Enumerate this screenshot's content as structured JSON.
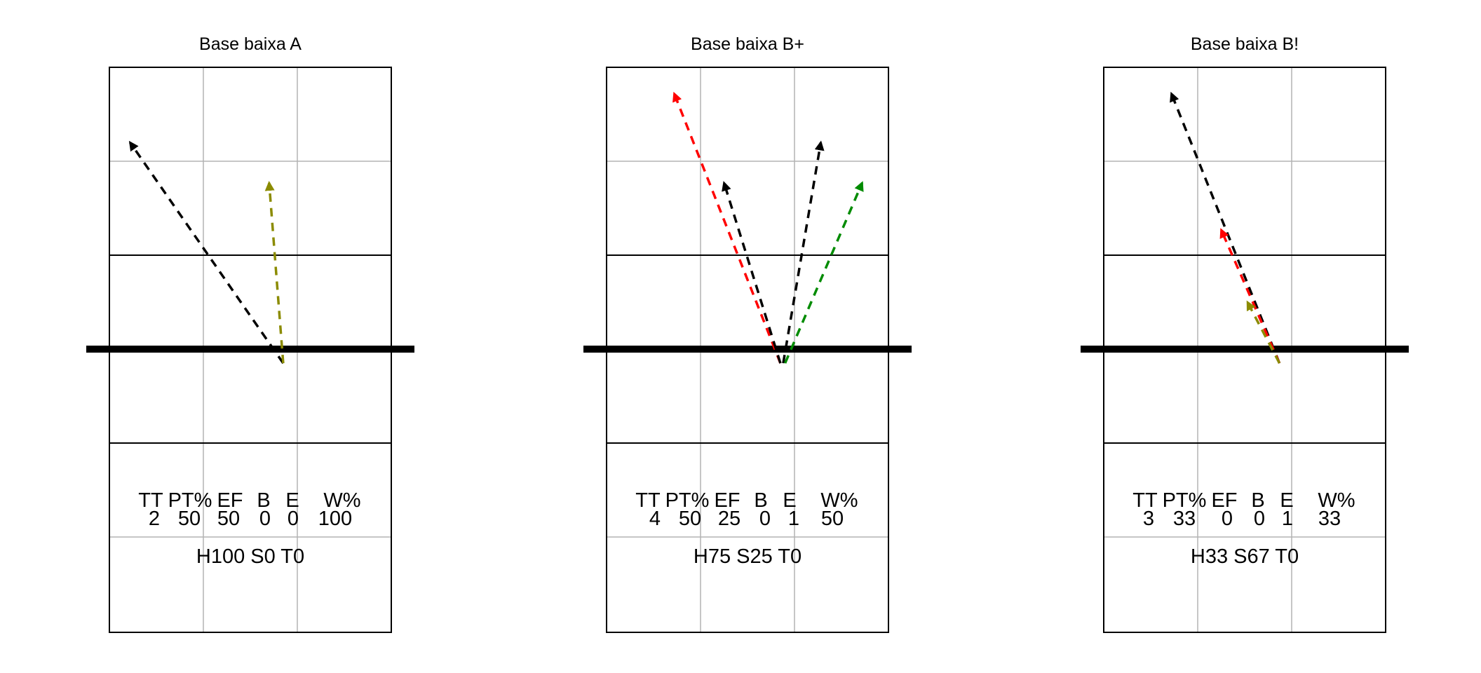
{
  "chart_data": [
    {
      "type": "court-arrows",
      "title": "Base baixa A",
      "stats_header": [
        "TT",
        "PT%",
        "EF",
        "B",
        "E",
        "W%"
      ],
      "stats_values": [
        "2",
        "50",
        "50",
        "0",
        "0",
        "100"
      ],
      "summary": "H100 S0 T0",
      "grid": true,
      "arrows": [
        {
          "color": "#000000",
          "from": [
            1.85,
            -0.15
          ],
          "to": [
            0.22,
            2.2
          ]
        },
        {
          "color": "#8B8B00",
          "from": [
            1.85,
            -0.15
          ],
          "to": [
            1.7,
            1.77
          ]
        }
      ]
    },
    {
      "type": "court-arrows",
      "title": "Base baixa B+",
      "stats_header": [
        "TT",
        "PT%",
        "EF",
        "B",
        "E",
        "W%"
      ],
      "stats_values": [
        "4",
        "50",
        "25",
        "0",
        "1",
        "50"
      ],
      "summary": "H75 S25 T0",
      "grid": true,
      "arrows": [
        {
          "color": "#FF0000",
          "from": [
            1.85,
            -0.15
          ],
          "to": [
            0.72,
            2.72
          ]
        },
        {
          "color": "#000000",
          "from": [
            1.85,
            -0.15
          ],
          "to": [
            1.25,
            1.77
          ]
        },
        {
          "color": "#000000",
          "from": [
            1.88,
            -0.15
          ],
          "to": [
            2.28,
            2.2
          ]
        },
        {
          "color": "#008B00",
          "from": [
            1.9,
            -0.15
          ],
          "to": [
            2.72,
            1.77
          ]
        }
      ]
    },
    {
      "type": "court-arrows",
      "title": "Base baixa B!",
      "stats_header": [
        "TT",
        "PT%",
        "EF",
        "B",
        "E",
        "W%"
      ],
      "stats_values": [
        "3",
        "33",
        "0",
        "0",
        "1",
        "33"
      ],
      "summary": "H33 S67 T0",
      "grid": true,
      "arrows": [
        {
          "color": "#000000",
          "from": [
            1.87,
            -0.15
          ],
          "to": [
            0.72,
            2.72
          ]
        },
        {
          "color": "#FF0000",
          "from": [
            1.87,
            -0.15
          ],
          "to": [
            1.25,
            1.27
          ]
        },
        {
          "color": "#8B8B00",
          "from": [
            1.87,
            -0.15
          ],
          "to": [
            1.53,
            0.5
          ]
        }
      ]
    }
  ]
}
